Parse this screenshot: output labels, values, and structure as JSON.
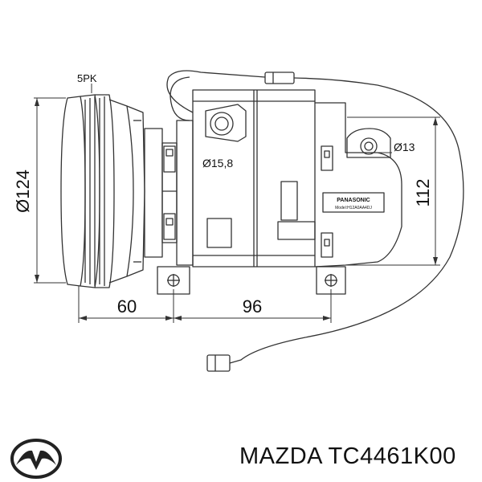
{
  "diagram": {
    "belt": "5PK",
    "pulley_diameter": "Ø124",
    "discharge_port": "Ø15,8",
    "suction_port": "Ø13",
    "height": "112",
    "length_front": "60",
    "length_rear": "96",
    "nameplate_brand": "PANASONIC",
    "nameplate_model": "Model:H12A0AA4DJ"
  },
  "product": {
    "brand": "MAZDA",
    "part_number": "TC4461K00"
  },
  "colors": {
    "line": "#333333",
    "text": "#111111",
    "background": "#ffffff"
  },
  "icons": {
    "logo": "mazda-logo-icon"
  }
}
